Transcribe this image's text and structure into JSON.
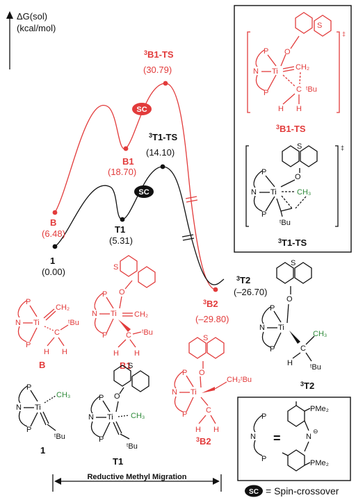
{
  "axis": {
    "label_line1": "ΔG(sol)",
    "label_line2": "(kcal/mol)"
  },
  "species": {
    "s1": {
      "label": "1",
      "energy": "(0.00)"
    },
    "B": {
      "label": "B",
      "energy": "(6.48)"
    },
    "T1": {
      "label": "T1",
      "energy": "(5.31)"
    },
    "B1": {
      "label": "B1",
      "energy": "(18.70)"
    },
    "B1TS": {
      "label_sup": "3",
      "label": "B1-TS",
      "energy": "(30.79)"
    },
    "T1TS": {
      "label_sup": "3",
      "label": "T1-TS",
      "energy": "(14.10)"
    },
    "T2": {
      "label_sup": "3",
      "label": "T2",
      "energy": "(–26.70)"
    },
    "B2": {
      "label_sup": "3",
      "label": "B2",
      "energy": "(–29.80)"
    }
  },
  "sc_badge": "SC",
  "legend": {
    "badge": "SC",
    "text": "= Spin-crossover"
  },
  "arrow_label": "Reductive Methyl Migration",
  "ts_symbol": "‡",
  "atoms": {
    "P": "P",
    "N": "N",
    "Ti": "Ti",
    "S": "S",
    "O": "O",
    "H": "H",
    "C": "C",
    "CH2": "CH₂",
    "CH3": "CH₃",
    "tBu": "ᵗBu",
    "CH2tBu": "CH₂ᵗBu",
    "PMe2": "PMe₂",
    "minus": "⊖",
    "equals": "="
  },
  "inset": {
    "red_ts": "B1-TS",
    "black_ts": "T1-TS",
    "sup": "3"
  },
  "colors": {
    "red": "#e23b3b",
    "black": "#111111",
    "green": "#2f8a3a"
  }
}
